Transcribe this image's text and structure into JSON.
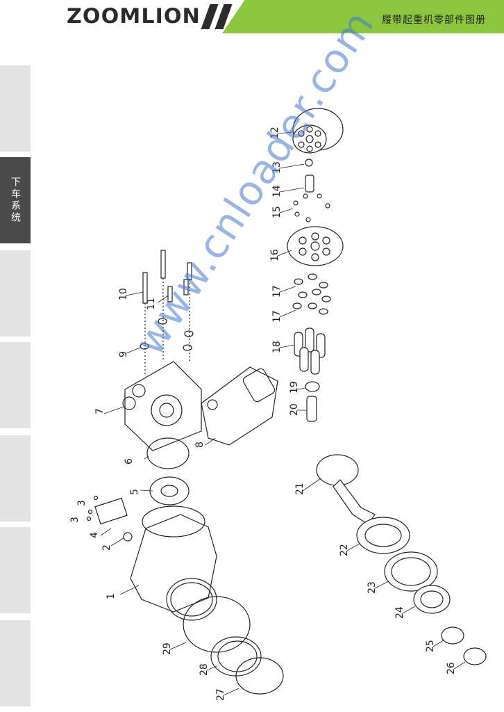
{
  "header": {
    "logo": "ZOOMLION",
    "title": "履带起重机零部件图册"
  },
  "side_tabs": [
    {
      "label": ""
    },
    {
      "label": "下车系统",
      "active": true
    },
    {
      "label": ""
    },
    {
      "label": ""
    },
    {
      "label": ""
    },
    {
      "label": ""
    },
    {
      "label": ""
    }
  ],
  "watermark": "www.cnloader.com",
  "callouts": [
    "1",
    "2",
    "3",
    "3",
    "4",
    "5",
    "6",
    "7",
    "8",
    "9",
    "10",
    "11",
    "12",
    "13",
    "14",
    "15",
    "16",
    "17",
    "17",
    "18",
    "19",
    "20",
    "21",
    "22",
    "23",
    "24",
    "25",
    "26",
    "27",
    "28",
    "29"
  ],
  "colors": {
    "brand_green": "#8cc63f",
    "dark": "#2b2b2b",
    "tab_active": "#4a4a4a",
    "tab_inactive": "#e3e3e3"
  }
}
